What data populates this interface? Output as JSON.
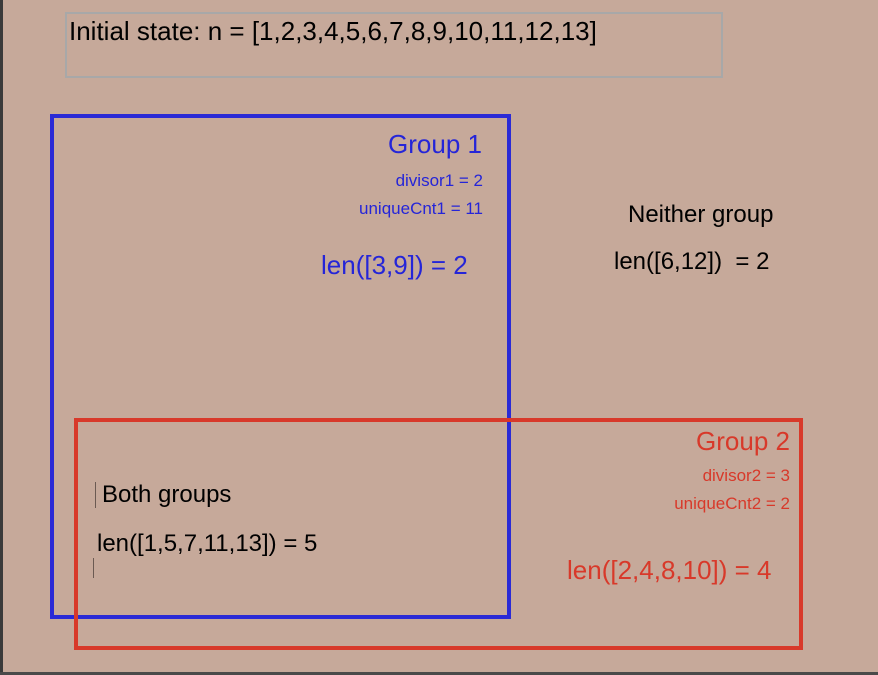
{
  "title": "Initial state: n = [1,2,3,4,5,6,7,8,9,10,11,12,13]",
  "group1": {
    "heading": "Group 1",
    "divisor": "divisor1 = 2",
    "unique_count": "uniqueCnt1 = 11",
    "len_expr": "len([3,9]) = 2"
  },
  "neither": {
    "heading": "Neither group",
    "len_expr": "len([6,12])  = 2"
  },
  "group2": {
    "heading": "Group 2",
    "divisor": "divisor2 = 3",
    "unique_count": "uniqueCnt2 = 2",
    "len_expr": "len([2,4,8,10]) = 4"
  },
  "both": {
    "heading": "Both groups",
    "len_expr": "len([1,5,7,11,13]) = 5"
  },
  "colors": {
    "background": "#c6a99a",
    "group1_blue": "#2a2ad6",
    "group2_red": "#d8392a",
    "title_border": "#a8a8a8"
  }
}
